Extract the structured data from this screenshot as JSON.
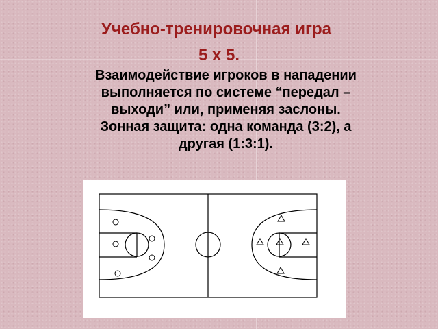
{
  "slide": {
    "title_line1": "Учебно-тренировочная игра",
    "title_line2": "5 х 5.",
    "paragraph1_line1": "Взаимодействие игроков в нападении",
    "paragraph1_line2": "выполняется по системе “передал –",
    "paragraph1_line3": "выходи” или, применяя заслоны.",
    "paragraph2_line1": "Зонная защита: одна команда (3:2), а",
    "paragraph2_line2": "другая (1:3:1).",
    "colors": {
      "title": "#9b1c1c",
      "text": "#000000",
      "background": "#d9b9bf",
      "diagram_background": "#ffffff"
    },
    "diagram": {
      "left_team_marker": "circle",
      "left_team_count": 5,
      "right_team_marker": "triangle",
      "right_team_count": 5
    }
  }
}
